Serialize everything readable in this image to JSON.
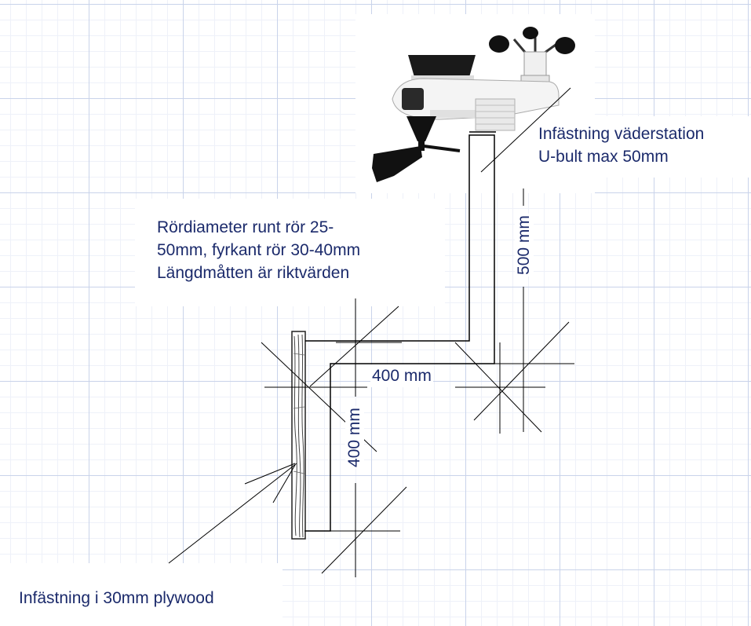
{
  "labels": {
    "station_mount": [
      "Infästning väderstation",
      "U-bult max 50mm"
    ],
    "pipe_info": [
      "Rördiameter runt rör 25-",
      "50mm, fyrkant rör 30-40mm",
      "Längdmåtten är riktvärden"
    ],
    "plywood_mount": "Infästning i 30mm plywood"
  },
  "dimensions": {
    "upright": "500 mm",
    "arm": "400 mm",
    "wall_arm": "400 mm"
  },
  "colors": {
    "text": "#1b2a6b",
    "line": "#000000",
    "grid": "#c9d3ea"
  },
  "icons": {
    "weather_station": "weather-station-icon",
    "wall_board": "plywood-board-icon"
  }
}
